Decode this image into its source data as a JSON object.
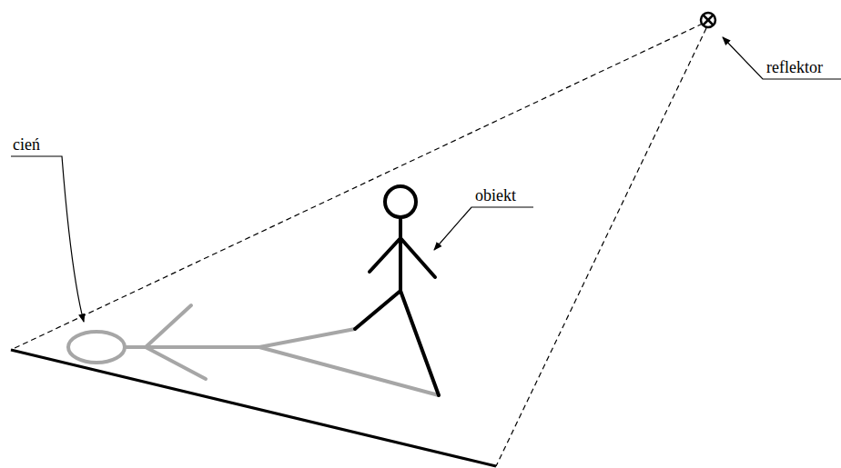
{
  "diagram": {
    "labels": [
      "reflektor",
      "obiekt",
      "cień"
    ]
  }
}
